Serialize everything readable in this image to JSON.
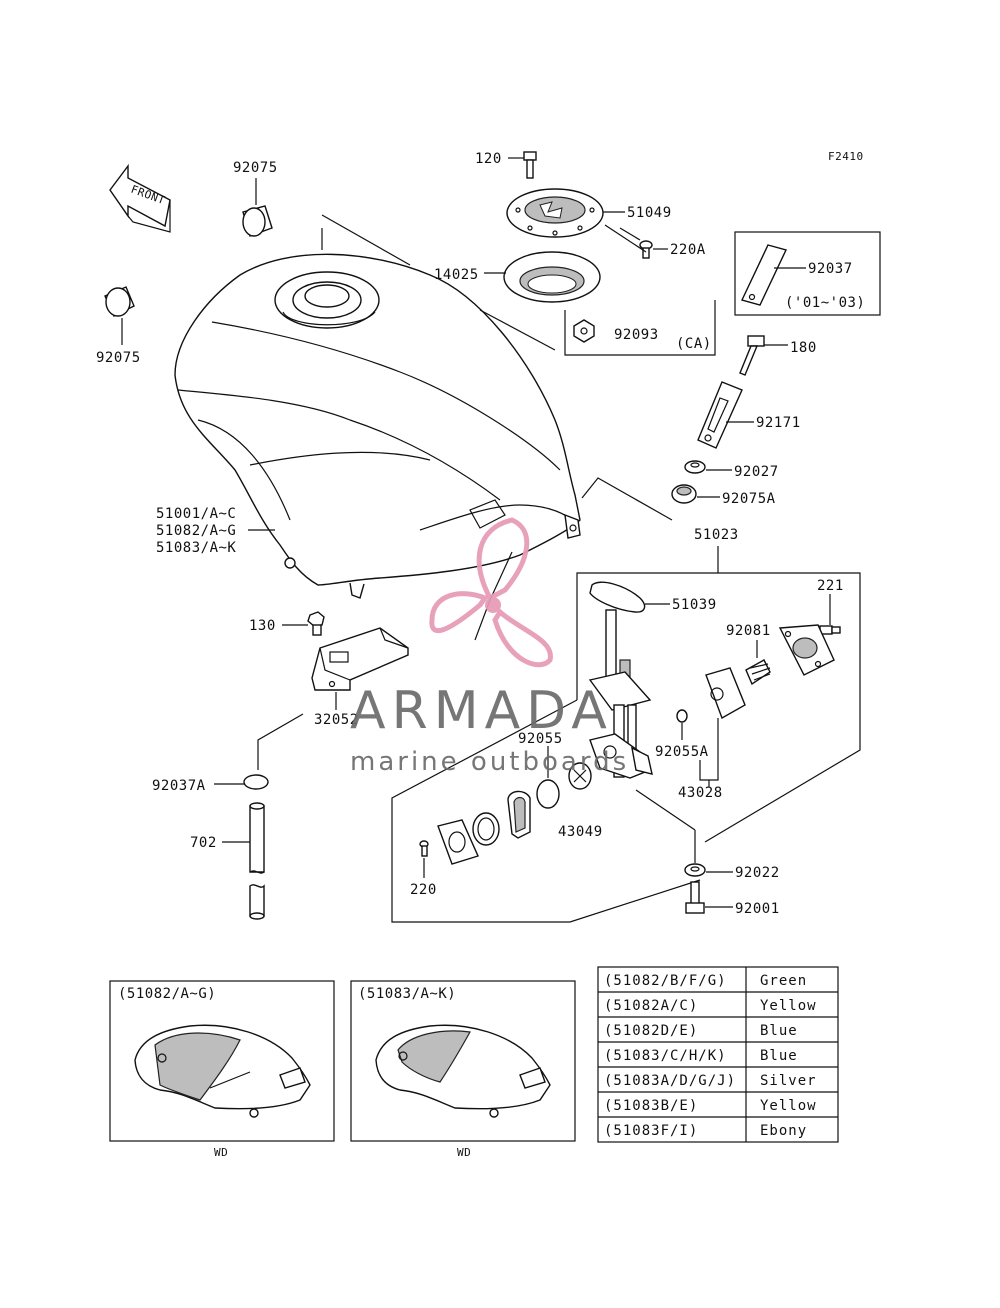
{
  "figure_code": "F2410",
  "front_label": "FRONT",
  "callouts": {
    "p92075_top": "92075",
    "p92075_left": "92075",
    "p120": "120",
    "p51049": "51049",
    "p220A": "220A",
    "p14025": "14025",
    "p92093": "92093",
    "pCA": "(CA)",
    "p92037": "92037",
    "p01_03": "('01~'03)",
    "p180": "180",
    "p92171": "92171",
    "p92027": "92027",
    "p92075A": "92075A",
    "p51001": "51001/A~C",
    "p51082": "51082/A~G",
    "p51083": "51083/A~K",
    "p51023": "51023",
    "p51039": "51039",
    "p221": "221",
    "p92081": "92081",
    "p130": "130",
    "p32052": "32052",
    "p92055": "92055",
    "p92055A": "92055A",
    "p43028": "43028",
    "p92037A": "92037A",
    "p43049": "43049",
    "p702": "702",
    "p92022": "92022",
    "p220": "220",
    "p92001": "92001"
  },
  "insets": [
    {
      "title": "(51082/A~G)",
      "caption": "WD"
    },
    {
      "title": "(51083/A~K)",
      "caption": "WD"
    }
  ],
  "color_table": [
    {
      "code": "(51082/B/F/G)",
      "color": "Green"
    },
    {
      "code": "(51082A/C)",
      "color": "Yellow"
    },
    {
      "code": "(51082D/E)",
      "color": "Blue"
    },
    {
      "code": "(51083/C/H/K)",
      "color": "Blue"
    },
    {
      "code": "(51083A/D/G/J)",
      "color": "Silver"
    },
    {
      "code": "(51083B/E)",
      "color": "Yellow"
    },
    {
      "code": "(51083F/I)",
      "color": "Ebony"
    }
  ],
  "watermark": {
    "brand": "ARMADA",
    "tagline": "marine outboards",
    "logo_color": "#e79ab5",
    "text_color": "#6b6b6b"
  }
}
